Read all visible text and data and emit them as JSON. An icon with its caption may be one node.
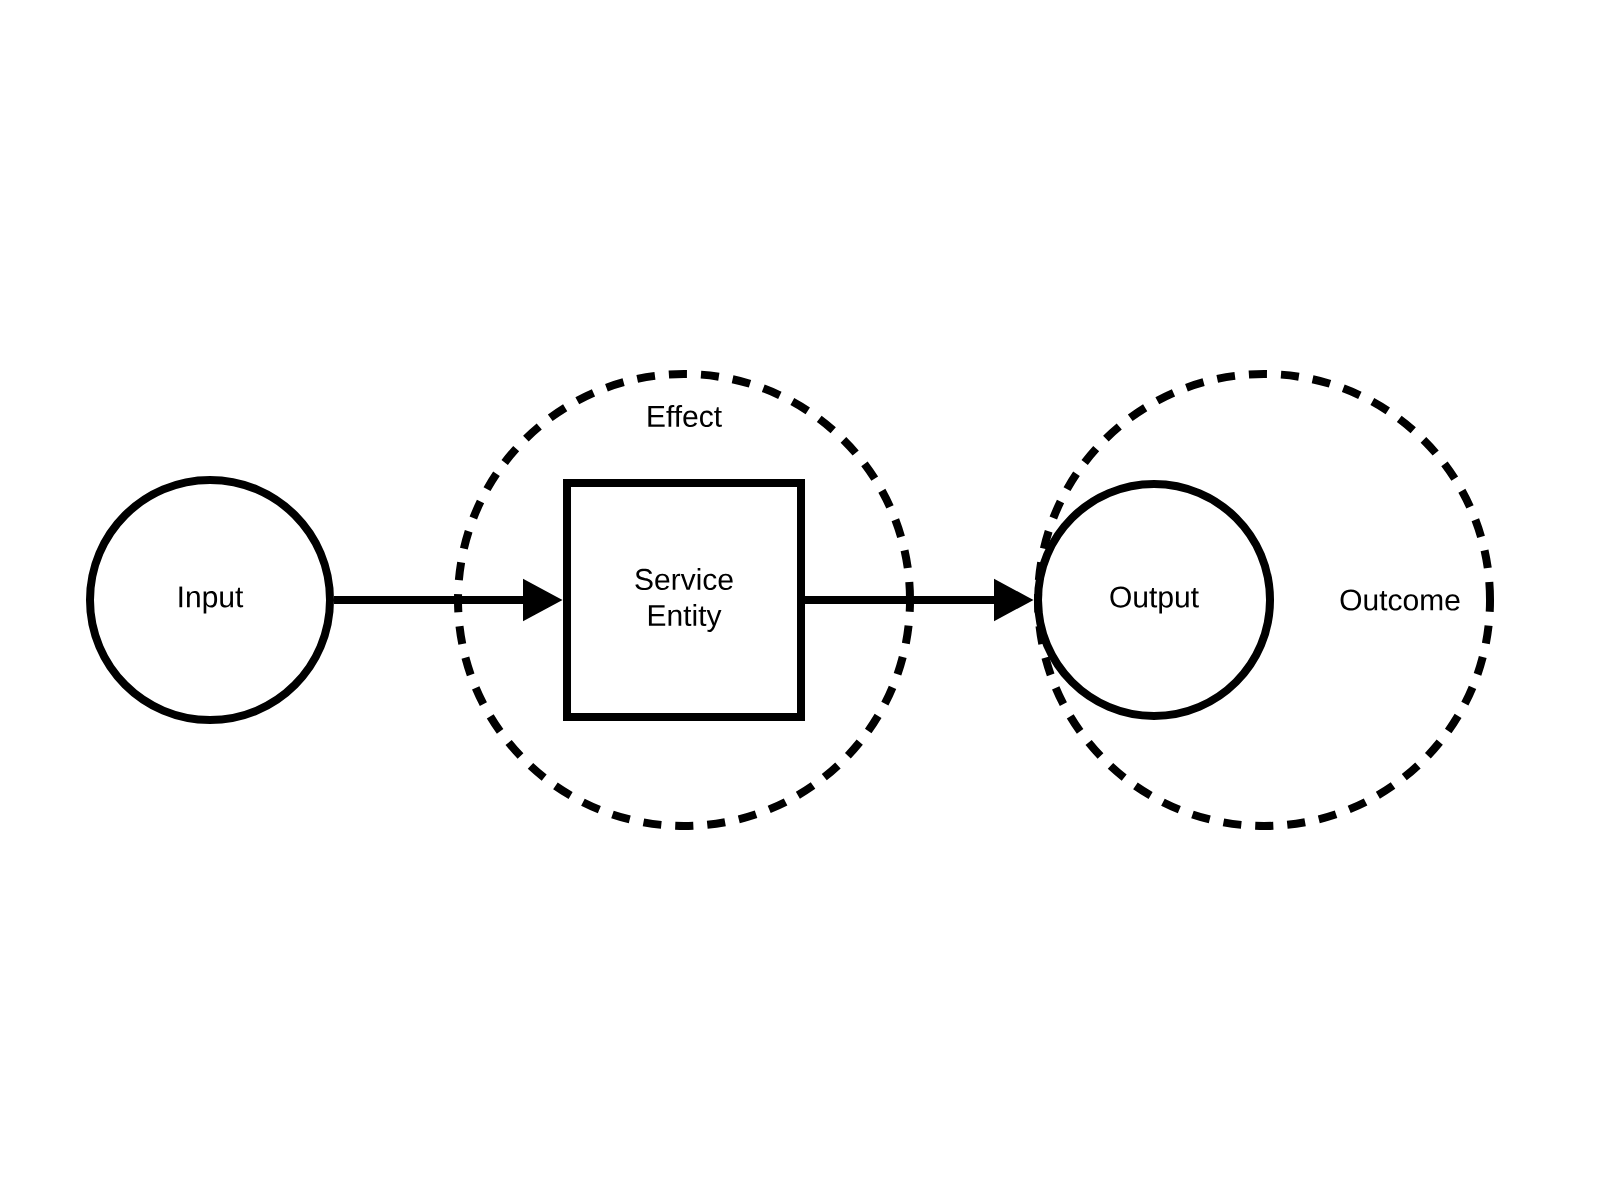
{
  "diagram": {
    "nodes": [
      {
        "text": [
          "Input"
        ]
      },
      {
        "text": [
          "Effect"
        ]
      },
      {
        "text": [
          "Service Entity"
        ],
        "in": 1
      },
      {
        "text": [
          "Outcome"
        ]
      },
      {
        "text": [
          "Output"
        ],
        "in": 3
      }
    ],
    "edges": [
      {
        "from": 0,
        "to": 2,
        "arrow": "to"
      },
      {
        "from": 2,
        "to": 4,
        "arrow": "to"
      }
    ]
  }
}
